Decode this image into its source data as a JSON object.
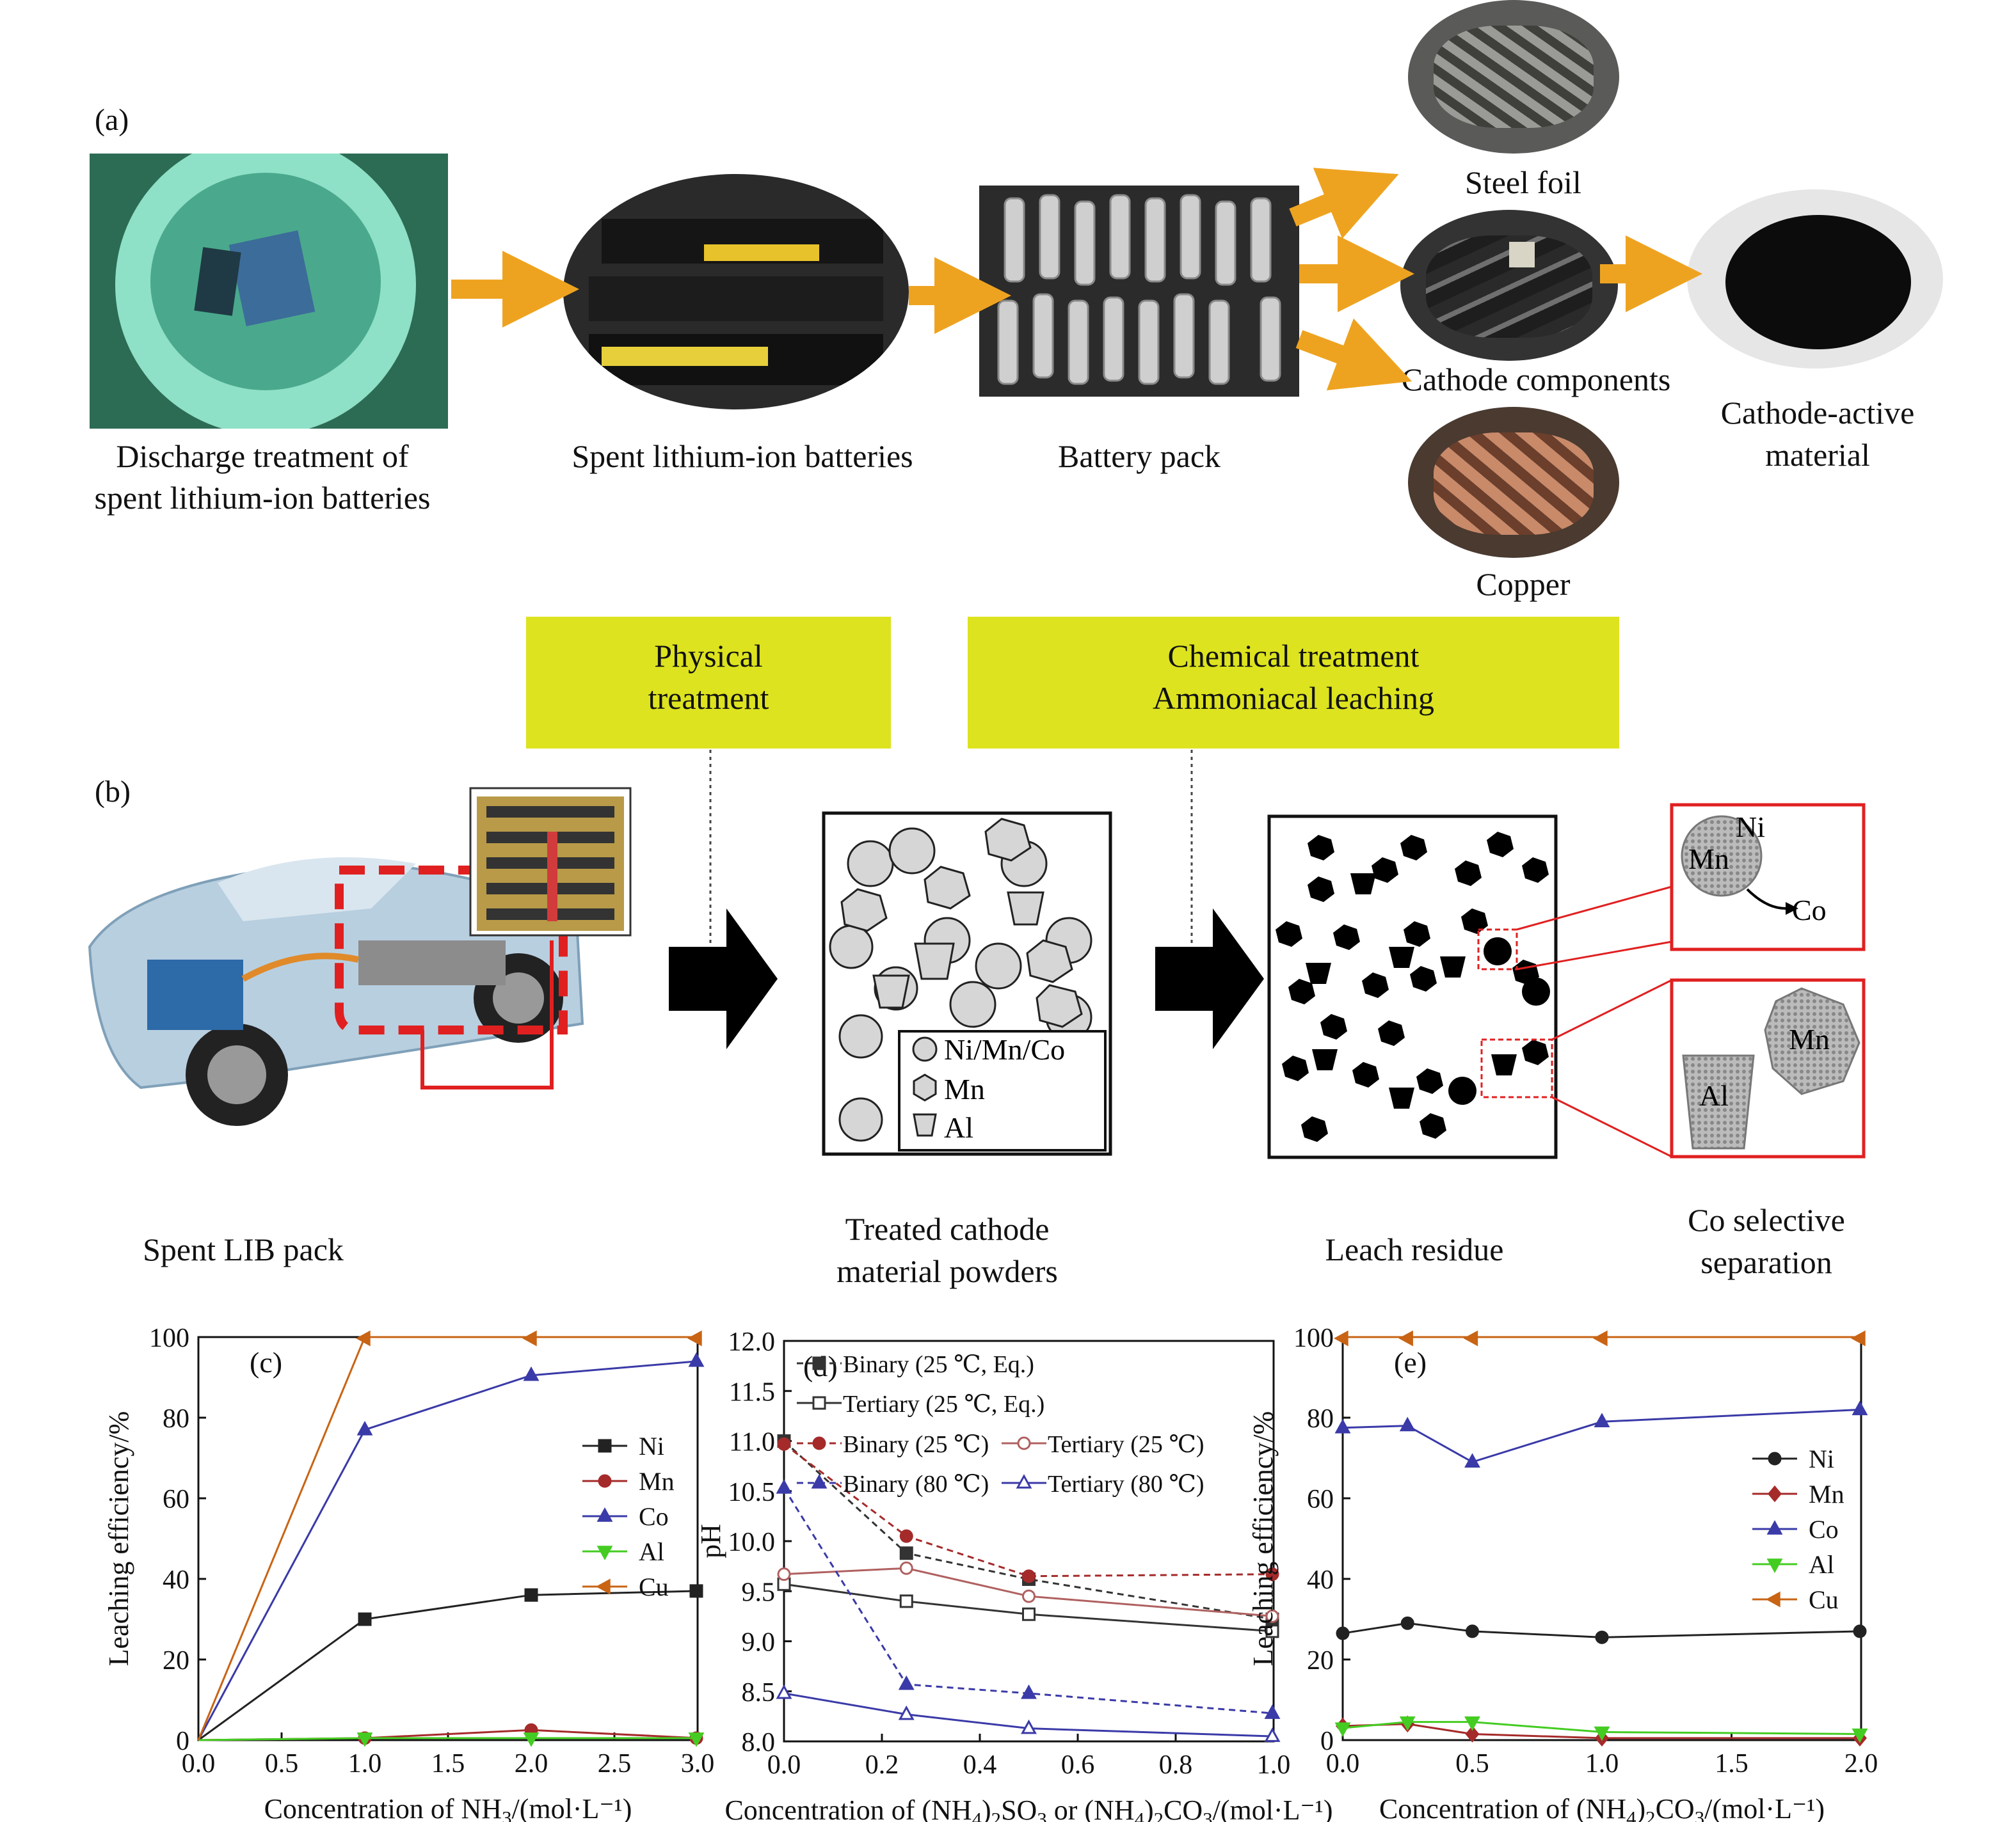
{
  "panel_a": {
    "letter": "(a)",
    "labels": {
      "discharge_1": "Discharge treatment of",
      "discharge_2": "spent lithium-ion batteries",
      "spent": "Spent lithium-ion batteries",
      "pack": "Battery pack",
      "steel": "Steel foil",
      "cathode_comp": "Cathode components",
      "copper": "Copper",
      "active_1": "Cathode-active",
      "active_2": "material"
    }
  },
  "panel_b": {
    "letter": "(b)",
    "physical_1": "Physical",
    "physical_2": "treatment",
    "chemical_1": "Chemical treatment",
    "chemical_2": "Ammoniacal leaching",
    "legend": {
      "nimnco": "Ni/Mn/Co",
      "mn": "Mn",
      "al": "Al"
    },
    "zoom": {
      "ni": "Ni",
      "mn": "Mn",
      "co": "Co",
      "mn2": "Mn",
      "al": "Al"
    },
    "captions": {
      "spent_pack": "Spent LIB pack",
      "treated_1": "Treated cathode",
      "treated_2": "material powders",
      "residue": "Leach residue",
      "co_sel_1": "Co selective",
      "co_sel_2": "separation"
    }
  },
  "chart_data": [
    {
      "type": "line",
      "panel": "(c)",
      "xlabel": "Concentration of NH3/(mol·L⁻¹)",
      "ylabel": "Leaching efficiency/%",
      "xlim": [
        0,
        3
      ],
      "ylim": [
        0,
        100
      ],
      "xticks": [
        "0.0",
        "0.5",
        "1.0",
        "1.5",
        "2.0",
        "2.5",
        "3.0"
      ],
      "yticks": [
        "0",
        "20",
        "40",
        "60",
        "80",
        "100"
      ],
      "legend_position": "right",
      "x": [
        0,
        1,
        2,
        3
      ],
      "series": [
        {
          "name": "Ni",
          "color": "#222222",
          "marker": "square",
          "values": [
            0,
            30,
            36,
            37
          ]
        },
        {
          "name": "Mn",
          "color": "#a52a2a",
          "marker": "circle",
          "values": [
            0,
            0.5,
            2.5,
            0.5
          ]
        },
        {
          "name": "Co",
          "color": "#3a3aa8",
          "marker": "triangle",
          "values": [
            0,
            77,
            90.5,
            94
          ]
        },
        {
          "name": "Al",
          "color": "#44cc22",
          "marker": "triangle-down",
          "values": [
            0,
            0.5,
            0.5,
            0.5
          ]
        },
        {
          "name": "Cu",
          "color": "#c86414",
          "marker": "triangle-left",
          "values": [
            0,
            100,
            100,
            100
          ]
        }
      ]
    },
    {
      "type": "line",
      "panel": "(d)",
      "xlabel": "Concentration of (NH4)2SO3 or (NH4)2CO3/(mol·L⁻¹)",
      "ylabel": "pH",
      "xlim": [
        0,
        1
      ],
      "ylim": [
        8,
        12
      ],
      "xticks": [
        "0.0",
        "0.2",
        "0.4",
        "0.6",
        "0.8",
        "1.0"
      ],
      "yticks": [
        "8.0",
        "8.5",
        "9.0",
        "9.5",
        "10.0",
        "10.5",
        "11.0",
        "11.5",
        "12.0"
      ],
      "legend_position": "top",
      "x": [
        0,
        0.25,
        0.5,
        1.0
      ],
      "series": [
        {
          "name": "Binary (25 ℃, Eq.)",
          "color": "#333333",
          "marker": "square",
          "dashed": true,
          "values": [
            11.0,
            9.88,
            9.62,
            9.22
          ]
        },
        {
          "name": "Tertiary (25 ℃, Eq.)",
          "color": "#333333",
          "marker": "square-open",
          "dashed": false,
          "values": [
            9.57,
            9.4,
            9.27,
            9.1
          ]
        },
        {
          "name": "Binary (25 ℃)",
          "color": "#a52a2a",
          "marker": "circle",
          "dashed": true,
          "values": [
            10.97,
            10.05,
            9.65,
            9.67
          ]
        },
        {
          "name": "Tertiary (25 ℃)",
          "color": "#b06060",
          "marker": "circle-open",
          "dashed": false,
          "values": [
            9.67,
            9.73,
            9.45,
            9.25
          ]
        },
        {
          "name": "Binary (80 ℃)",
          "color": "#3a3aa8",
          "marker": "triangle",
          "dashed": true,
          "values": [
            10.53,
            8.57,
            8.48,
            8.28
          ]
        },
        {
          "name": "Tertiary (80 ℃)",
          "color": "#3a3aa8",
          "marker": "triangle-open",
          "dashed": false,
          "values": [
            8.48,
            8.27,
            8.13,
            8.05
          ]
        }
      ]
    },
    {
      "type": "line",
      "panel": "(e)",
      "xlabel": "Concentration of (NH4)2CO3/(mol·L⁻¹)",
      "ylabel": "Leaching efficiency/%",
      "xlim": [
        0,
        2
      ],
      "ylim": [
        0,
        100
      ],
      "xticks": [
        "0.0",
        "0.5",
        "1.0",
        "1.5",
        "2.0"
      ],
      "yticks": [
        "0",
        "20",
        "40",
        "60",
        "80",
        "100"
      ],
      "legend_position": "right",
      "x": [
        0,
        0.25,
        0.5,
        1.0,
        2.0
      ],
      "series": [
        {
          "name": "Ni",
          "color": "#222222",
          "marker": "circle",
          "values": [
            26.5,
            29,
            27,
            25.5,
            27
          ]
        },
        {
          "name": "Mn",
          "color": "#a52a2a",
          "marker": "diamond",
          "values": [
            3.5,
            4,
            1.5,
            0.5,
            0.5
          ]
        },
        {
          "name": "Co",
          "color": "#3a3aa8",
          "marker": "triangle",
          "values": [
            77.5,
            78,
            69,
            79,
            82
          ]
        },
        {
          "name": "Al",
          "color": "#44cc22",
          "marker": "triangle-down",
          "values": [
            3,
            4.5,
            4.5,
            2,
            1.5
          ]
        },
        {
          "name": "Cu",
          "color": "#c86414",
          "marker": "triangle-left",
          "values": [
            100,
            100,
            100,
            100,
            100
          ]
        }
      ]
    }
  ]
}
